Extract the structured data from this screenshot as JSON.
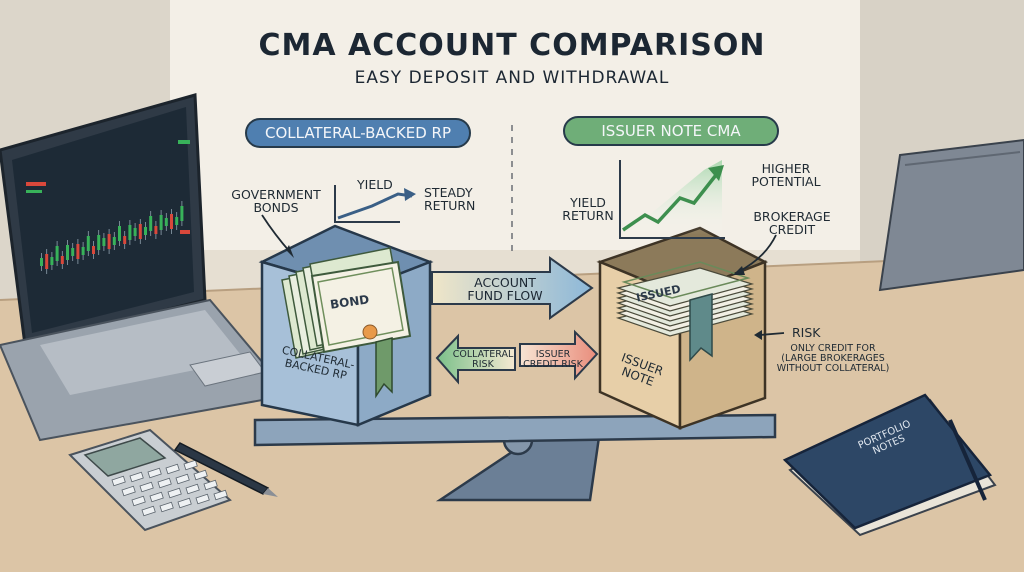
{
  "header": {
    "title": "CMA ACCOUNT COMPARISON",
    "subtitle": "EASY DEPOSIT AND WITHDRAWAL"
  },
  "left": {
    "pill": "COLLATERAL-BACKED RP",
    "government_bonds": "GOVERNMENT BONDS",
    "yield": "YIELD",
    "steady_return": "STEADY RETURN",
    "bond_label": "BOND",
    "box_label": "COLLATERAL-BACKED RP"
  },
  "right": {
    "pill": "ISSUER NOTE CMA",
    "higher_potential": "HIGHER POTENTIAL",
    "yield_return": "YIELD RETURN",
    "brokerage_credit": "BROKERAGE CREDIT",
    "issued_label": "ISSUED",
    "box_label": "ISSUER NOTE",
    "risk": "RISK",
    "risk_note": "ONLY CREDIT FOR (LARGE BROKERAGES WITHOUT COLLATERAL)"
  },
  "center": {
    "fund_flow": "ACCOUNT FUND FLOW",
    "collateral_risk": "COLLATERAL RISK",
    "issuer_credit_risk": "ISSUER CREDIT RISK"
  },
  "notebook": {
    "label": "PORTFOLIO NOTES"
  },
  "colors": {
    "blue_accent": "#4f7fb0",
    "green_accent": "#6fae78",
    "navy_notebook": "#2d4766",
    "desk": "#d9c3a5"
  }
}
